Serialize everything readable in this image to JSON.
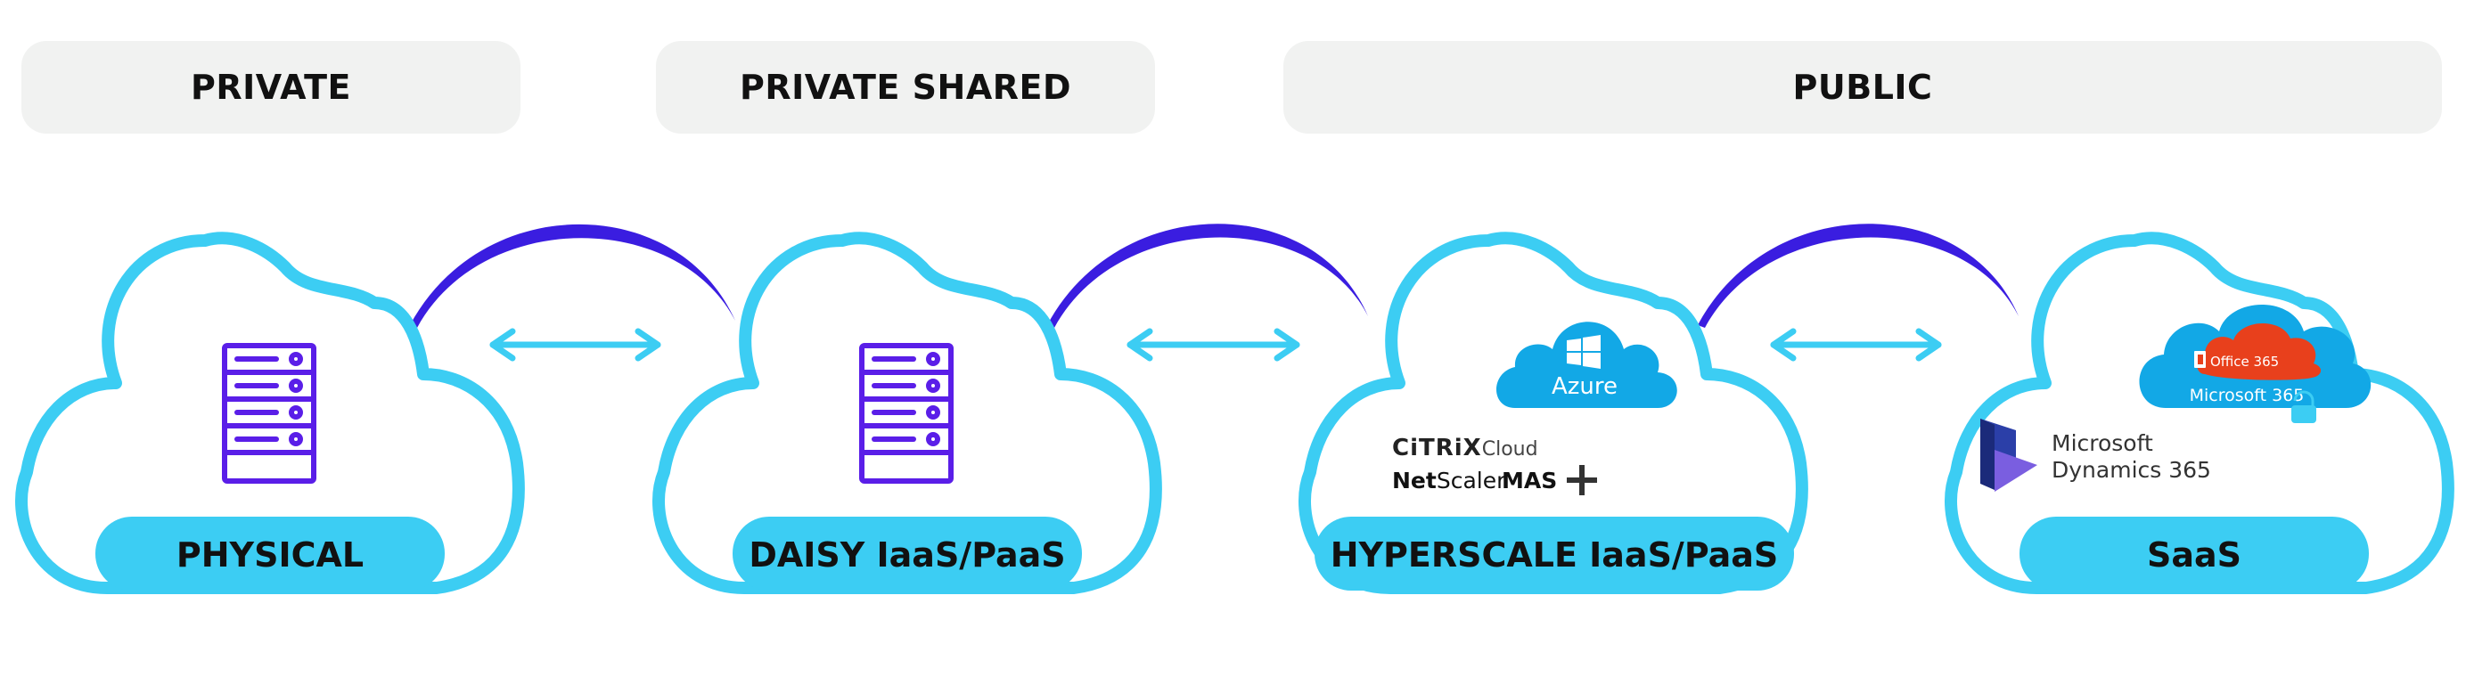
{
  "categories": {
    "private": "PRIVATE",
    "private_shared": "PRIVATE SHARED",
    "public": "PUBLIC"
  },
  "clouds": [
    {
      "label": "PHYSICAL",
      "icon": "server-rack-icon"
    },
    {
      "label": "DAISY IaaS/PaaS",
      "icon": "server-rack-icon"
    },
    {
      "label": "HYPERSCALE IaaS/PaaS",
      "icon": "azure-cloud-logo"
    },
    {
      "label": "SaaS",
      "icon": "office365-cloud-logo"
    }
  ],
  "logos": {
    "azure": "Azure",
    "citrix": "CiTRiX",
    "citrix_cloud": "Cloud",
    "netscaler_net": "Net",
    "netscaler_scaler": "Scaler",
    "mas": "MAS",
    "office365": "Office 365",
    "microsoft365": "Microsoft 365",
    "dynamics_line1": "Microsoft",
    "dynamics_line2": "Dynamics 365"
  },
  "colors": {
    "cloud_outline": "#3ccdf3",
    "label_pill": "#3ccdf3",
    "arc": "#3a1de0",
    "server": "#5a1ee8",
    "header_bg": "#f1f2f1",
    "azure": "#12a8e6",
    "office_orange": "#e8401c"
  }
}
